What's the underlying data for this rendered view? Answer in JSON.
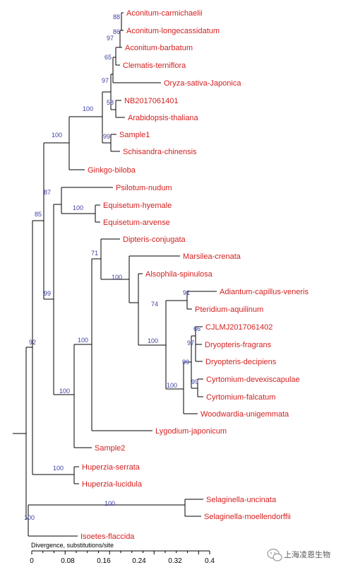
{
  "taxa": [
    "Aconitum-carmichaelii",
    "Aconitum-longecassidatum",
    "Aconitum-barbatum",
    "Clematis-terniflora",
    "Oryza-sativa-Japonica",
    "NB2017061401",
    "Arabidopsis-thaliana",
    "Sample1",
    "Schisandra-chinensis",
    "Ginkgo-biloba",
    "Psilotum-nudum",
    "Equisetum-hyemale",
    "Equisetum-arvense",
    "Dipteris-conjugata",
    "Marsilea-crenata",
    "Alsophila-spinulosa",
    "Adiantum-capillus-veneris",
    "Pteridium-aquilinum",
    "CJLMJ2017061402",
    "Dryopteris-fragrans",
    "Dryopteris-decipiens",
    "Cyrtomium-devexiscapulae",
    "Cyrtomium-falcatum",
    "Woodwardia-unigemmata",
    "Lygodium-japonicum",
    "Sample2",
    "Huperzia-serrata",
    "Huperzia-lucidula",
    "Selaginella-uncinata",
    "Selaginella-moellendorffii",
    "Isoetes-flaccida"
  ],
  "support_values": [
    "88",
    "86",
    "97",
    "65",
    "97",
    "58",
    "100",
    "99",
    "100",
    "87",
    "100",
    "85",
    "71",
    "100",
    "91",
    "74",
    "66",
    "97",
    "99",
    "99",
    "100",
    "100",
    "100",
    "100",
    "99",
    "92",
    "100",
    "100",
    "100"
  ],
  "axis": {
    "title": "Divergence, substitutions/site",
    "ticks": [
      "0",
      "0.08",
      "0.16",
      "0.24",
      "0.32",
      "0.4"
    ],
    "range": [
      0,
      0.4
    ]
  },
  "watermark": {
    "text": "上海凌恩生物",
    "icon": "wechat-icon"
  },
  "colors": {
    "taxon": "#d41f1f",
    "support": "#3b3fa3",
    "branch": "#000000"
  }
}
